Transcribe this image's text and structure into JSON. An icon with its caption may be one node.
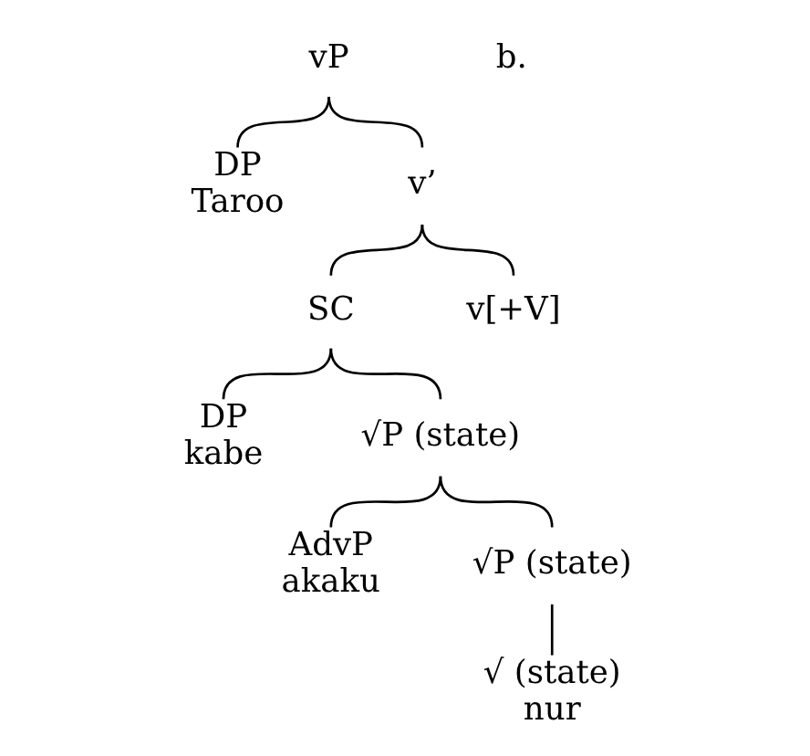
{
  "diagram": {
    "nodes": [
      {
        "text": [
          "vP"
        ]
      },
      {
        "text": [
          "DP",
          "Taroo"
        ]
      },
      {
        "text": [
          "v’"
        ]
      },
      {
        "text": [
          "SC"
        ]
      },
      {
        "text": [
          "v[+V]"
        ]
      },
      {
        "text": [
          "DP",
          "kabe"
        ]
      },
      {
        "text": [
          "√P (state)"
        ]
      },
      {
        "text": [
          "AdvP",
          "akaku"
        ]
      },
      {
        "text": [
          "√P (state)"
        ]
      },
      {
        "text": [
          "√ (state)",
          "nur"
        ]
      }
    ],
    "edges": [
      {
        "from": 0,
        "to": 1,
        "arrow": "none"
      },
      {
        "from": 0,
        "to": 2,
        "arrow": "none"
      },
      {
        "from": 2,
        "to": 3,
        "arrow": "none"
      },
      {
        "from": 2,
        "to": 4,
        "arrow": "none"
      },
      {
        "from": 3,
        "to": 5,
        "arrow": "none"
      },
      {
        "from": 3,
        "to": 6,
        "arrow": "none"
      },
      {
        "from": 6,
        "to": 7,
        "arrow": "none"
      },
      {
        "from": 6,
        "to": 8,
        "arrow": "none"
      },
      {
        "from": 8,
        "to": 9,
        "arrow": "none"
      }
    ],
    "labels": [
      "b."
    ]
  }
}
